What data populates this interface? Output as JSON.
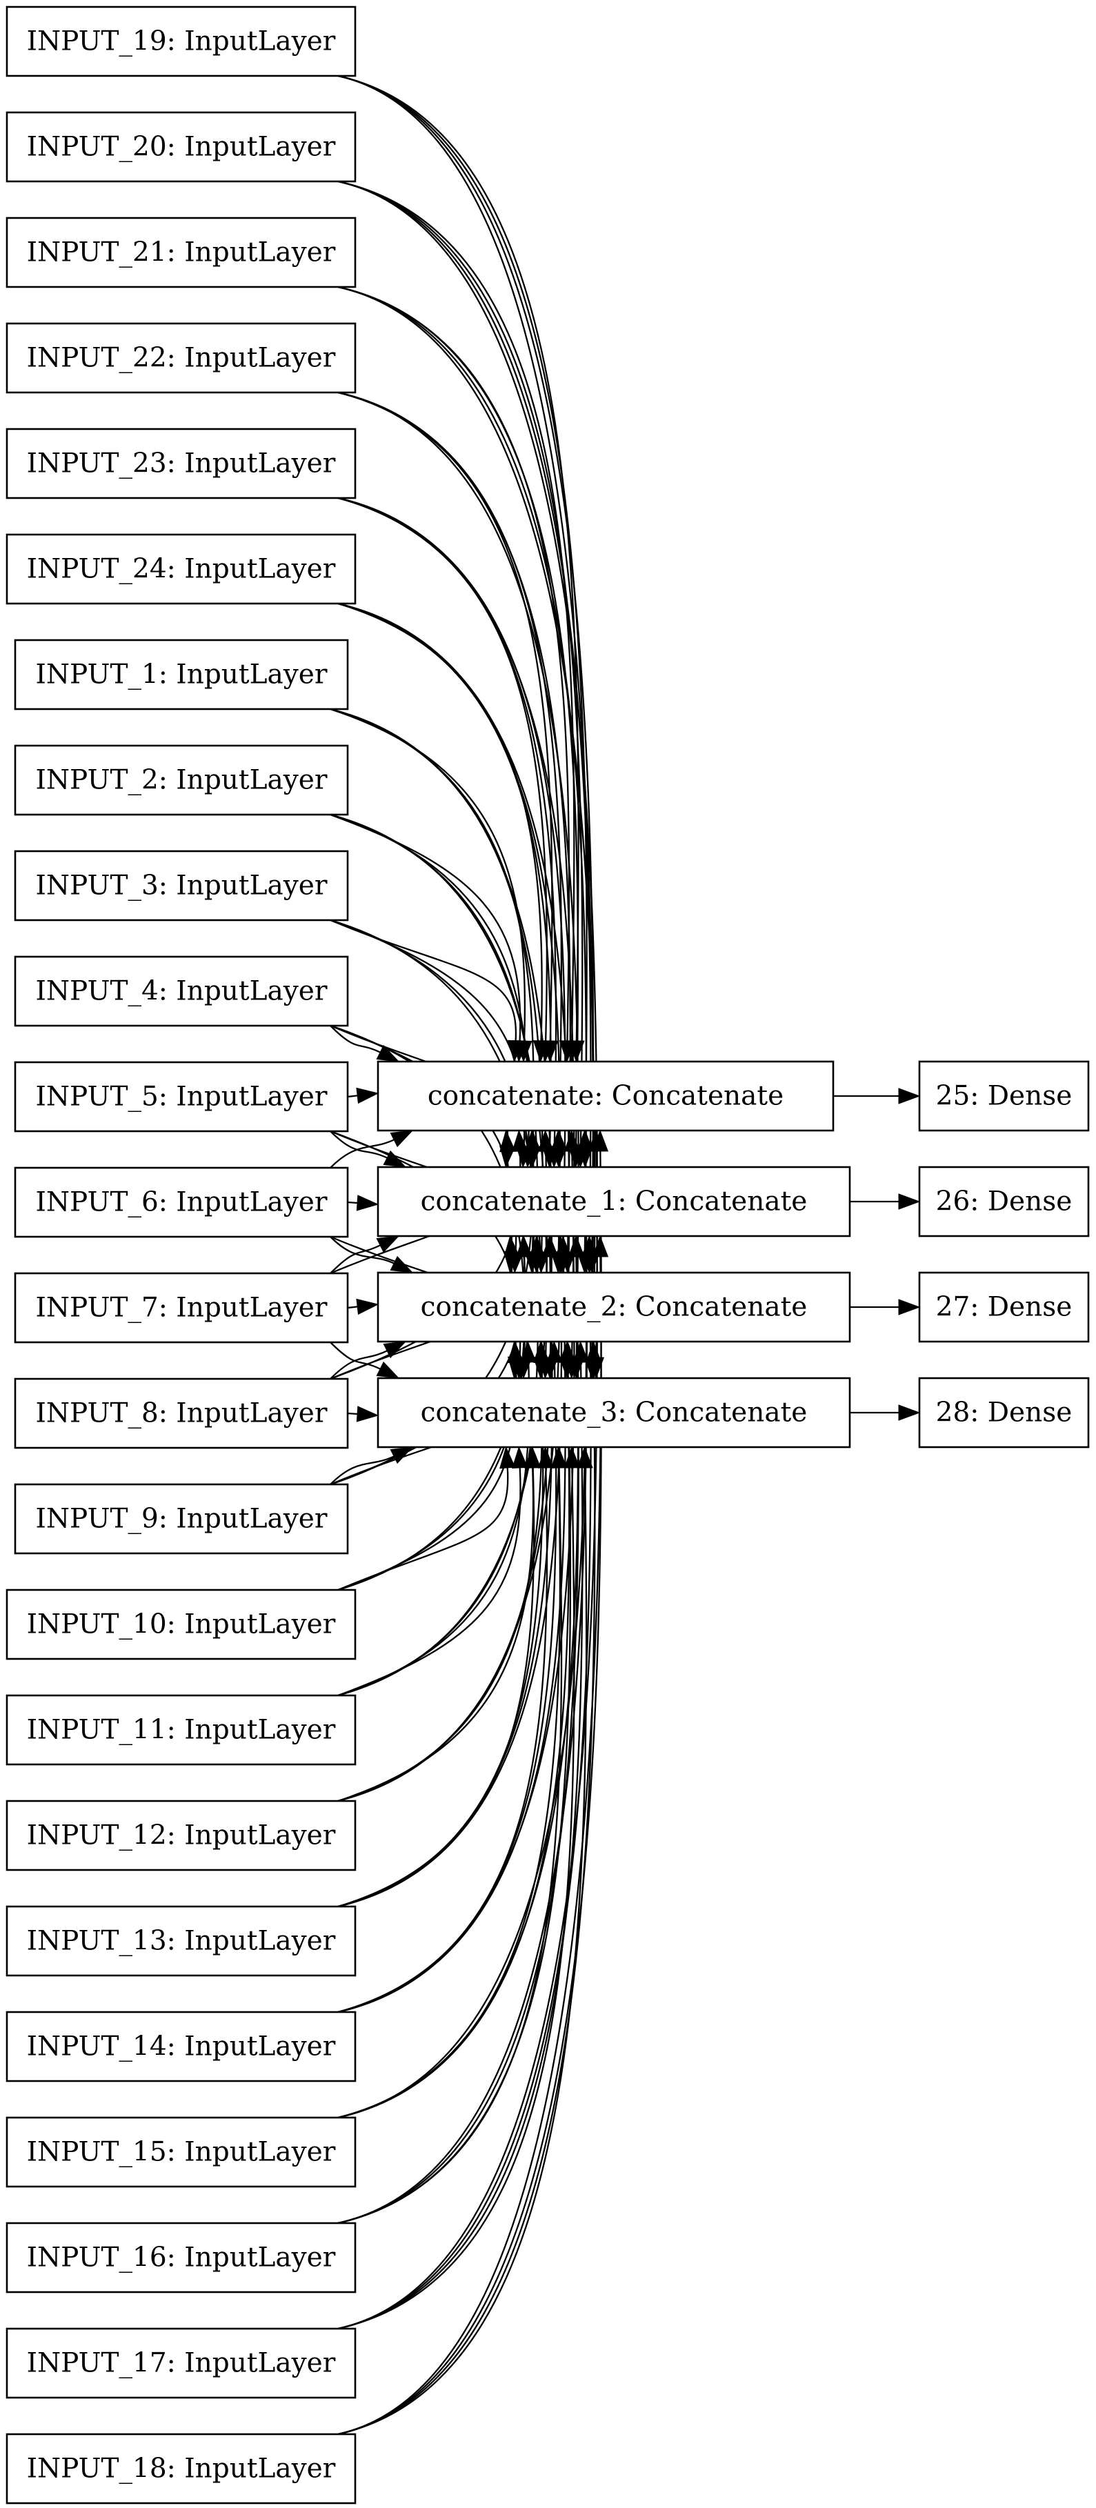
{
  "diagram": {
    "type": "layer-graph",
    "inputs": [
      {
        "id": "INPUT_19",
        "label": "INPUT_19: InputLayer"
      },
      {
        "id": "INPUT_20",
        "label": "INPUT_20: InputLayer"
      },
      {
        "id": "INPUT_21",
        "label": "INPUT_21: InputLayer"
      },
      {
        "id": "INPUT_22",
        "label": "INPUT_22: InputLayer"
      },
      {
        "id": "INPUT_23",
        "label": "INPUT_23: InputLayer"
      },
      {
        "id": "INPUT_24",
        "label": "INPUT_24: InputLayer"
      },
      {
        "id": "INPUT_1",
        "label": "INPUT_1: InputLayer"
      },
      {
        "id": "INPUT_2",
        "label": "INPUT_2: InputLayer"
      },
      {
        "id": "INPUT_3",
        "label": "INPUT_3: InputLayer"
      },
      {
        "id": "INPUT_4",
        "label": "INPUT_4: InputLayer"
      },
      {
        "id": "INPUT_5",
        "label": "INPUT_5: InputLayer"
      },
      {
        "id": "INPUT_6",
        "label": "INPUT_6: InputLayer"
      },
      {
        "id": "INPUT_7",
        "label": "INPUT_7: InputLayer"
      },
      {
        "id": "INPUT_8",
        "label": "INPUT_8: InputLayer"
      },
      {
        "id": "INPUT_9",
        "label": "INPUT_9: InputLayer"
      },
      {
        "id": "INPUT_10",
        "label": "INPUT_10: InputLayer"
      },
      {
        "id": "INPUT_11",
        "label": "INPUT_11: InputLayer"
      },
      {
        "id": "INPUT_12",
        "label": "INPUT_12: InputLayer"
      },
      {
        "id": "INPUT_13",
        "label": "INPUT_13: InputLayer"
      },
      {
        "id": "INPUT_14",
        "label": "INPUT_14: InputLayer"
      },
      {
        "id": "INPUT_15",
        "label": "INPUT_15: InputLayer"
      },
      {
        "id": "INPUT_16",
        "label": "INPUT_16: InputLayer"
      },
      {
        "id": "INPUT_17",
        "label": "INPUT_17: InputLayer"
      },
      {
        "id": "INPUT_18",
        "label": "INPUT_18: InputLayer"
      }
    ],
    "concats": [
      {
        "id": "concatenate",
        "label": "concatenate: Concatenate"
      },
      {
        "id": "concatenate_1",
        "label": "concatenate_1: Concatenate"
      },
      {
        "id": "concatenate_2",
        "label": "concatenate_2: Concatenate"
      },
      {
        "id": "concatenate_3",
        "label": "concatenate_3: Concatenate"
      }
    ],
    "denses": [
      {
        "id": "25",
        "label": "25: Dense"
      },
      {
        "id": "26",
        "label": "26: Dense"
      },
      {
        "id": "27",
        "label": "27: Dense"
      },
      {
        "id": "28",
        "label": "28: Dense"
      }
    ],
    "edges": {
      "every_input_to_every_concatenate": true,
      "concatenate_to_dense": [
        [
          "concatenate",
          "25"
        ],
        [
          "concatenate_1",
          "26"
        ],
        [
          "concatenate_2",
          "27"
        ],
        [
          "concatenate_3",
          "28"
        ]
      ]
    },
    "line_color": "#000000",
    "fill_color": "#ffffff"
  }
}
